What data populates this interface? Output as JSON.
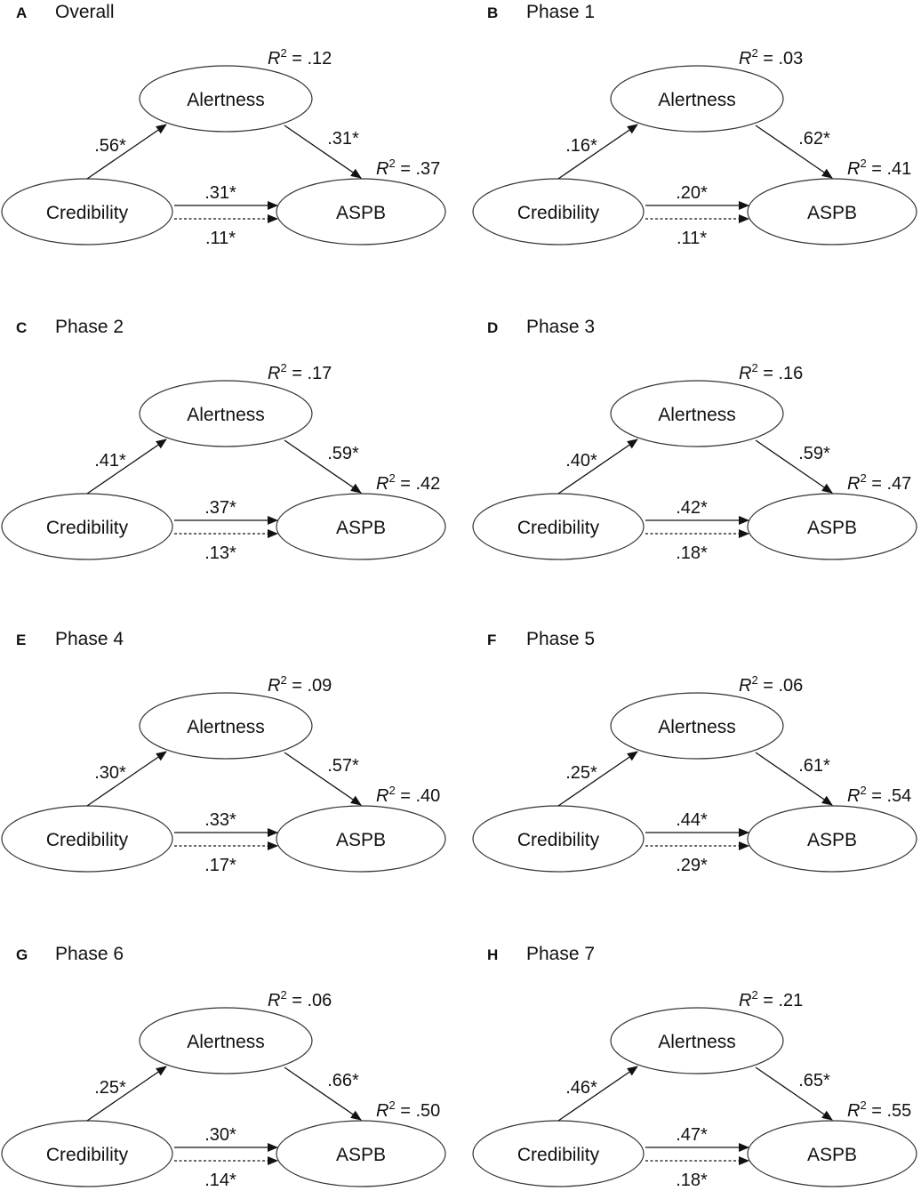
{
  "nodes": {
    "mediator": "Alertness",
    "predictor": "Credibility",
    "outcome": "ASPB"
  },
  "r2_prefix": "R",
  "r2_exponent": "2",
  "r2_equals": " = ",
  "panels": [
    {
      "letter": "A",
      "title": "Overall",
      "a": ".56*",
      "b": ".31*",
      "c_direct": ".31*",
      "c_indirect": ".11*",
      "r2_mediator": ".12",
      "r2_outcome": ".37"
    },
    {
      "letter": "B",
      "title": "Phase 1",
      "a": ".16*",
      "b": ".62*",
      "c_direct": ".20*",
      "c_indirect": ".11*",
      "r2_mediator": ".03",
      "r2_outcome": ".41"
    },
    {
      "letter": "C",
      "title": "Phase 2",
      "a": ".41*",
      "b": ".59*",
      "c_direct": ".37*",
      "c_indirect": ".13*",
      "r2_mediator": ".17",
      "r2_outcome": ".42"
    },
    {
      "letter": "D",
      "title": "Phase 3",
      "a": ".40*",
      "b": ".59*",
      "c_direct": ".42*",
      "c_indirect": ".18*",
      "r2_mediator": ".16",
      "r2_outcome": ".47"
    },
    {
      "letter": "E",
      "title": "Phase 4",
      "a": ".30*",
      "b": ".57*",
      "c_direct": ".33*",
      "c_indirect": ".17*",
      "r2_mediator": ".09",
      "r2_outcome": ".40"
    },
    {
      "letter": "F",
      "title": "Phase 5",
      "a": ".25*",
      "b": ".61*",
      "c_direct": ".44*",
      "c_indirect": ".29*",
      "r2_mediator": ".06",
      "r2_outcome": ".54"
    },
    {
      "letter": "G",
      "title": "Phase 6",
      "a": ".25*",
      "b": ".66*",
      "c_direct": ".30*",
      "c_indirect": ".14*",
      "r2_mediator": ".06",
      "r2_outcome": ".50"
    },
    {
      "letter": "H",
      "title": "Phase 7",
      "a": ".46*",
      "b": ".65*",
      "c_direct": ".47*",
      "c_indirect": ".18*",
      "r2_mediator": ".21",
      "r2_outcome": ".55"
    }
  ]
}
